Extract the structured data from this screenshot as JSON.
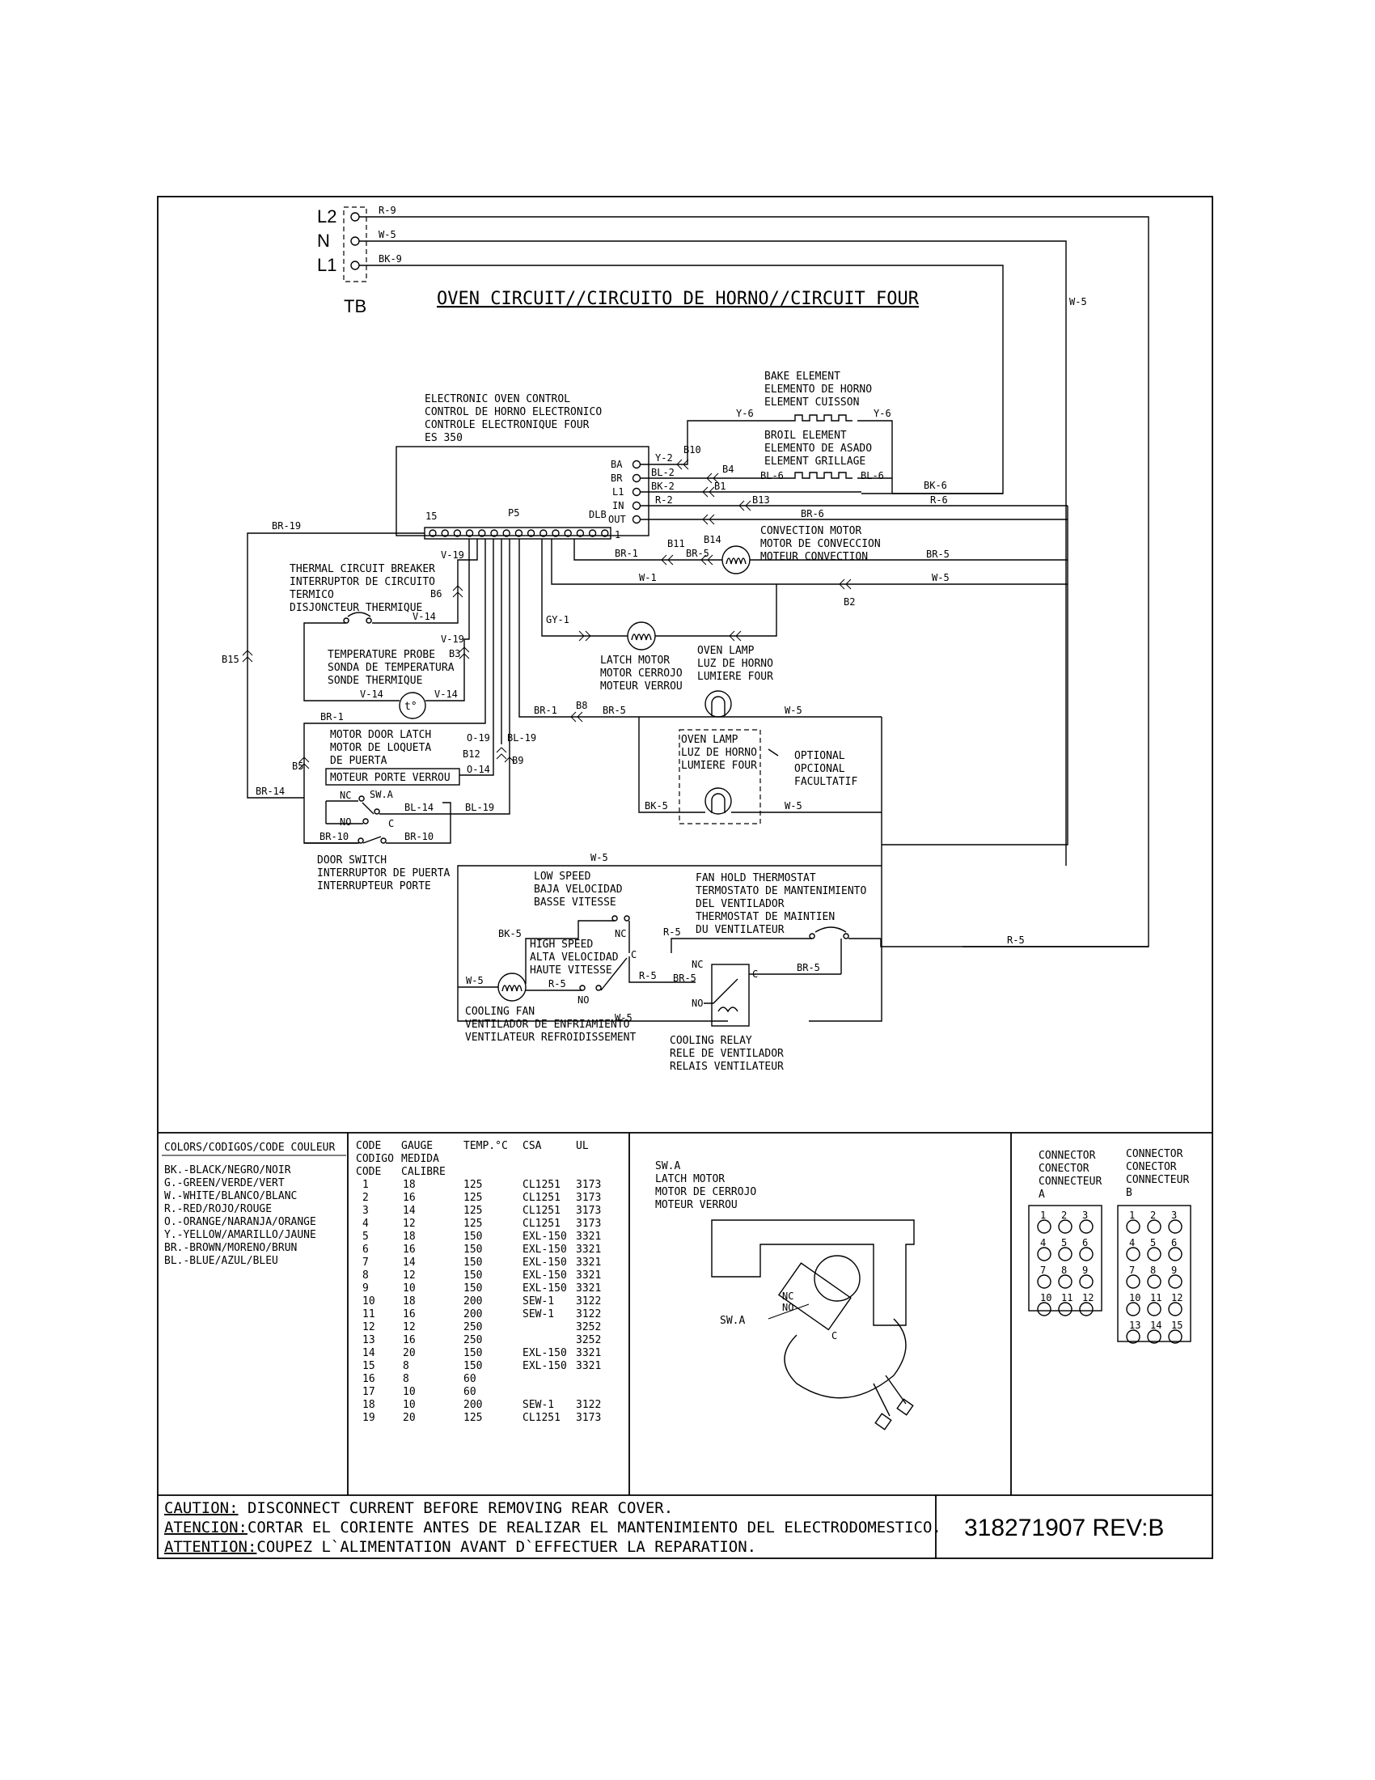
{
  "title": "OVEN CIRCUIT//CIRCUITO DE HORNO//CIRCUIT FOUR",
  "terminal_block": {
    "label": "TB",
    "terminals": [
      "L2",
      "N",
      "L1"
    ],
    "wires": [
      "R-9",
      "W-5",
      "BK-9"
    ]
  },
  "components": {
    "control": [
      "ELECTRONIC OVEN CONTROL",
      "CONTROL DE HORNO ELECTRONICO",
      "CONTROLE ELECTRONIQUE FOUR",
      "ES 350"
    ],
    "control_pins": [
      "BA",
      "BR",
      "L1",
      "IN",
      "OUT"
    ],
    "control_labels": {
      "p15": "15",
      "p5": "P5",
      "dlb": "DLB",
      "p1": "1"
    },
    "bake": [
      "BAKE ELEMENT",
      "ELEMENTO DE HORNO",
      "ELEMENT CUISSON"
    ],
    "broil": [
      "BROIL ELEMENT",
      "ELEMENTO DE ASADO",
      "ELEMENT GRILLAGE"
    ],
    "convection": [
      "CONVECTION MOTOR",
      "MOTOR DE CONVECCION",
      "MOTEUR CONVECTION"
    ],
    "breaker": [
      "THERMAL CIRCUIT BREAKER",
      "INTERRUPTOR DE CIRCUITO",
      "TERMICO",
      "DISJONCTEUR THERMIQUE"
    ],
    "probe": [
      "TEMPERATURE PROBE",
      "SONDA DE TEMPERATURA",
      "SONDE THERMIQUE"
    ],
    "probe_symbol": "t°",
    "latch": [
      "LATCH MOTOR",
      "MOTOR CERROJO",
      "MOTEUR VERROU"
    ],
    "lamp": [
      "OVEN LAMP",
      "LUZ DE HORNO",
      "LUMIERE FOUR"
    ],
    "lamp_opt": [
      "OVEN LAMP",
      "LUZ DE HORNO",
      "LUMIERE FOUR"
    ],
    "optional": [
      "OPTIONAL",
      "OPCIONAL",
      "FACULTATIF"
    ],
    "door_latch": [
      "MOTOR DOOR LATCH",
      "MOTOR DE LOQUETA",
      "DE PUERTA",
      "MOTEUR PORTE VERROU"
    ],
    "door_switch": [
      "DOOR SWITCH",
      "INTERRUPTOR DE PUERTA",
      "INTERRUPTEUR PORTE"
    ],
    "low_speed": [
      "LOW SPEED",
      "BAJA VELOCIDAD",
      "BASSE VITESSE"
    ],
    "high_speed": [
      "HIGH SPEED",
      "ALTA VELOCIDAD",
      "HAUTE VITESSE"
    ],
    "fan_hold": [
      "FAN HOLD THERMOSTAT",
      "TERMOSTATO DE MANTENIMIENTO",
      "DEL VENTILADOR",
      "THERMOSTAT DE MAINTIEN",
      "DU VENTILATEUR"
    ],
    "cooling_fan": [
      "COOLING FAN",
      "VENTILADOR DE ENFRIAMIENTO",
      "VENTILATEUR REFROIDISSEMENT"
    ],
    "cooling_relay": [
      "COOLING RELAY",
      "RELE DE VENTILADOR",
      "RELAIS VENTILATEUR"
    ]
  },
  "wire_labels": {
    "w5_right": "W-5",
    "y6a": "Y-6",
    "y6b": "Y-6",
    "y2": "Y-2",
    "b10": "B10",
    "bl2": "BL-2",
    "b4": "B4",
    "bl6": "BL-6",
    "bl6r": "BL-6",
    "bk2": "BK-2",
    "b1": "B1",
    "r2": "R-2",
    "b13": "B13",
    "br6": "BR-6",
    "bk6": "BK-6",
    "r6": "R-6",
    "br19": "BR-19",
    "v19": "V-19",
    "br1": "BR-1",
    "b11": "B11",
    "br5a": "BR-5",
    "b14": "B14",
    "br5r": "BR-5",
    "w1": "W-1",
    "w5r2": "W-5",
    "b2": "B2",
    "b6": "B6",
    "v14a": "V-14",
    "gy1": "GY-1",
    "b15": "B15",
    "v19b": "V-19",
    "b3": "B3",
    "v14b": "V-14",
    "v14c": "V-14",
    "br1b": "BR-1",
    "br1c": "BR-1",
    "b8": "B8",
    "br5c": "BR-5",
    "w5c": "W-5",
    "o19": "O-19",
    "bl19": "BL-19",
    "b12": "B12",
    "b9": "B9",
    "o14": "O-14",
    "b5": "B5",
    "br14": "BR-14",
    "nc1": "NC",
    "swa": "SW.A",
    "no1": "NO",
    "bl14": "BL-14",
    "bl19b": "BL-19",
    "c1": "C",
    "br10a": "BR-10",
    "br10b": "BR-10",
    "bk5": "BK-5",
    "w5d": "W-5",
    "w5e": "W-5",
    "bk5b": "BK-5",
    "nc2": "NC",
    "c2": "C",
    "r5a": "R-5",
    "nc3": "NC",
    "w5f": "W-5",
    "r5b": "R-5",
    "no2": "NO",
    "r5c": "R-5",
    "br5d": "BR-5",
    "c3": "C",
    "br5e": "BR-5",
    "no3": "NO",
    "w5g": "W-5",
    "r5d": "R-5"
  },
  "color_legend": {
    "header": "COLORS/CODIGOS/CODE COULEUR",
    "items": [
      "BK.-BLACK/NEGRO/NOIR",
      "G.-GREEN/VERDE/VERT",
      "W.-WHITE/BLANCO/BLANC",
      "R.-RED/ROJO/ROUGE",
      "O.-ORANGE/NARANJA/ORANGE",
      "Y.-YELLOW/AMARILLO/JAUNE",
      "BR.-BROWN/MORENO/BRUN",
      "BL.-BLUE/AZUL/BLEU"
    ]
  },
  "gauge_table": {
    "headers": [
      "CODE",
      "GAUGE",
      "TEMP.°C",
      "CSA",
      "UL"
    ],
    "headers2": [
      "CODIGO",
      "MEDIDA"
    ],
    "headers3": [
      "CODE",
      "CALIBRE"
    ],
    "rows": [
      [
        "1",
        "18",
        "125",
        "CL1251",
        "3173"
      ],
      [
        "2",
        "16",
        "125",
        "CL1251",
        "3173"
      ],
      [
        "3",
        "14",
        "125",
        "CL1251",
        "3173"
      ],
      [
        "4",
        "12",
        "125",
        "CL1251",
        "3173"
      ],
      [
        "5",
        "18",
        "150",
        "EXL-150",
        "3321"
      ],
      [
        "6",
        "16",
        "150",
        "EXL-150",
        "3321"
      ],
      [
        "7",
        "14",
        "150",
        "EXL-150",
        "3321"
      ],
      [
        "8",
        "12",
        "150",
        "EXL-150",
        "3321"
      ],
      [
        "9",
        "10",
        "150",
        "EXL-150",
        "3321"
      ],
      [
        "10",
        "18",
        "200",
        "SEW-1",
        "3122"
      ],
      [
        "11",
        "16",
        "200",
        "SEW-1",
        "3122"
      ],
      [
        "12",
        "12",
        "250",
        "",
        "3252"
      ],
      [
        "13",
        "16",
        "250",
        "",
        "3252"
      ],
      [
        "14",
        "20",
        "150",
        "EXL-150",
        "3321"
      ],
      [
        "15",
        "8",
        "150",
        "EXL-150",
        "3321"
      ],
      [
        "16",
        "8",
        "60",
        "",
        ""
      ],
      [
        "17",
        "10",
        "60",
        "",
        ""
      ],
      [
        "18",
        "10",
        "200",
        "SEW-1",
        "3122"
      ],
      [
        "19",
        "20",
        "125",
        "CL1251",
        "3173"
      ]
    ]
  },
  "swa_panel": {
    "lines": [
      "SW.A",
      "LATCH MOTOR",
      "MOTOR DE CERROJO",
      "MOTEUR VERROU"
    ],
    "callout": "SW.A",
    "nc": "NC",
    "no": "NO",
    "c": "C"
  },
  "connectors": {
    "a_title": [
      "CONNECTOR",
      "CONECTOR",
      "CONNECTEUR",
      "A"
    ],
    "b_title": [
      "CONNECTOR",
      "CONECTOR",
      "CONNECTEUR",
      "B"
    ],
    "a_pins": [
      "1",
      "2",
      "3",
      "4",
      "5",
      "6",
      "7",
      "8",
      "9",
      "10",
      "11",
      "12"
    ],
    "b_pins": [
      "1",
      "2",
      "3",
      "4",
      "5",
      "6",
      "7",
      "8",
      "9",
      "10",
      "11",
      "12",
      "13",
      "14",
      "15"
    ]
  },
  "caution": {
    "lines": [
      {
        "label": "CAUTION:",
        "text": " DISCONNECT CURRENT BEFORE REMOVING REAR COVER."
      },
      {
        "label": "ATENCION:",
        "text": "CORTAR EL CORIENTE ANTES DE REALIZAR EL MANTENIMIENTO DEL ELECTRODOMESTICO."
      },
      {
        "label": "ATTENTION:",
        "text": "COUPEZ L`ALIMENTATION AVANT D`EFFECTUER LA REPARATION."
      }
    ]
  },
  "part_number": "318271907 REV:B"
}
